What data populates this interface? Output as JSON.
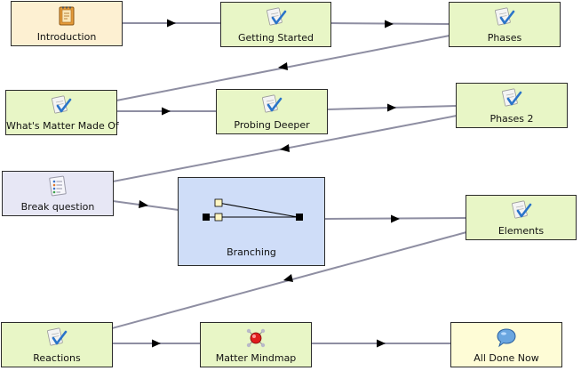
{
  "nodes": {
    "introduction": {
      "label": "Introduction",
      "icon": "notebook-icon"
    },
    "getting_started": {
      "label": "Getting Started",
      "icon": "checklist-icon"
    },
    "phases": {
      "label": "Phases",
      "icon": "checklist-icon"
    },
    "whats_matter_made_of": {
      "label": "What's Matter Made Of",
      "icon": "checklist-icon"
    },
    "probing_deeper": {
      "label": "Probing Deeper",
      "icon": "checklist-icon"
    },
    "phases_2": {
      "label": "Phases 2",
      "icon": "checklist-icon"
    },
    "break_question": {
      "label": "Break question",
      "icon": "question-form-icon"
    },
    "branching": {
      "label": "Branching",
      "icon": "branching-icon"
    },
    "elements": {
      "label": "Elements",
      "icon": "checklist-icon"
    },
    "reactions": {
      "label": "Reactions",
      "icon": "checklist-icon"
    },
    "matter_mindmap": {
      "label": "Matter Mindmap",
      "icon": "mindmap-icon"
    },
    "all_done_now": {
      "label": "All Done Now",
      "icon": "speech-bubble-icon"
    }
  },
  "colors": {
    "intro": "#fdf0d2",
    "task": "#e8f6c6",
    "question": "#e7e7f5",
    "end": "#fefcd6",
    "branch": "#cfddf8",
    "connector": "#8e8ea2",
    "arrowhead": "#000000"
  }
}
